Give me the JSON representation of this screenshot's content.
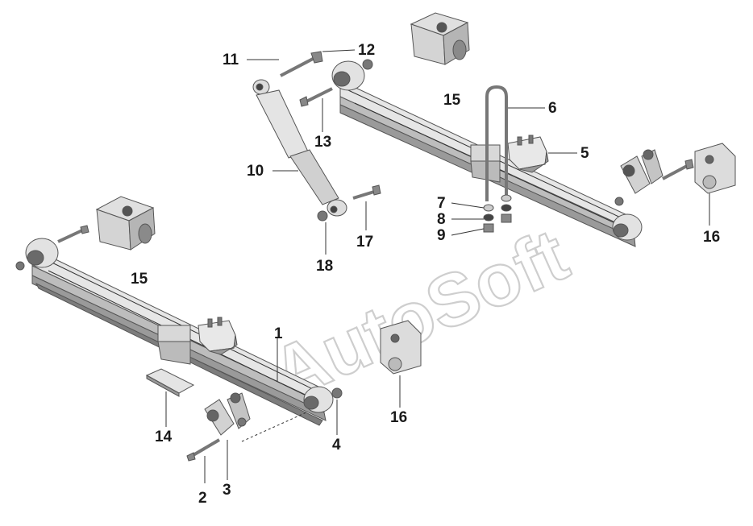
{
  "callouts": {
    "c1": "1",
    "c2": "2",
    "c3": "3",
    "c4": "4",
    "c5": "5",
    "c6": "6",
    "c7": "7",
    "c8": "8",
    "c9": "9",
    "c10": "10",
    "c11": "11",
    "c12": "12",
    "c13": "13",
    "c14": "14",
    "c15a": "15",
    "c15b": "15",
    "c16a": "16",
    "c16b": "16",
    "c17": "17",
    "c18": "18"
  },
  "watermark": "AutoSoft",
  "colors": {
    "part_light": "#eeeeee",
    "part_mid": "#cfcfcf",
    "part_dark": "#8a8a8a",
    "line": "#333333"
  }
}
